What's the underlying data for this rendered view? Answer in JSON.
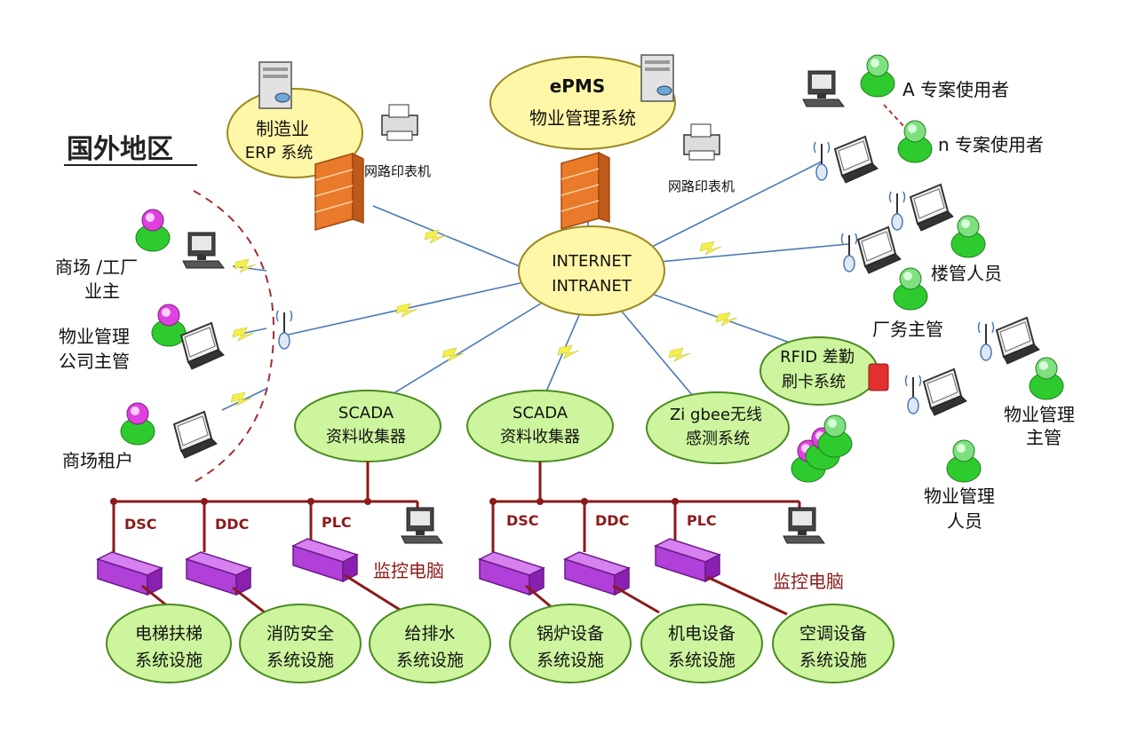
{
  "region_title": "国外地区",
  "internet": {
    "line1": "INTERNET",
    "line2": "INTRANET"
  },
  "epms": {
    "line1": "ePMS",
    "line2": "物业管理系统"
  },
  "erp": {
    "line1": "制造业",
    "line2": "ERP 系统"
  },
  "printer_label": "网路印表机",
  "left_users": [
    {
      "line1": "商场 /工厂",
      "line2": "业主"
    },
    {
      "line1": "物业管理",
      "line2": "公司主管"
    },
    {
      "line1": "商场租户",
      "line2": ""
    }
  ],
  "right_users": {
    "a_user": "A 专案使用者",
    "n_user": "n 专案使用者",
    "building_staff": "楼管人员",
    "factory_manager": "厂务主管",
    "pm_manager": {
      "line1": "物业管理",
      "line2": "主管"
    },
    "pm_staff": {
      "line1": "物业管理",
      "line2": "人员"
    }
  },
  "rfid": {
    "line1": "RFID 差勤",
    "line2": "刷卡系统"
  },
  "scada": {
    "line1": "SCADA",
    "line2": "资料收集器"
  },
  "zigbee": {
    "line1": "Zi gbee无线",
    "line2": "感测系统"
  },
  "controllers": [
    "DSC",
    "DDC",
    "PLC"
  ],
  "monitor_pc": "监控电脑",
  "facilities": [
    {
      "line1": "电梯扶梯",
      "line2": "系统设施"
    },
    {
      "line1": "消防安全",
      "line2": "系统设施"
    },
    {
      "line1": "给排水",
      "line2": "系统设施"
    },
    {
      "line1": "锅炉设备",
      "line2": "系统设施"
    },
    {
      "line1": "机电设备",
      "line2": "系统设施"
    },
    {
      "line1": "空调设备",
      "line2": "系统设施"
    }
  ],
  "colors": {
    "cloud_fill": "#fff7a8",
    "node_fill": "#ccf59e",
    "bus_line": "#8b1a1a",
    "label_red": "#8b1a1a",
    "link_line": "#4a78b5",
    "bolt": "#f4f04a",
    "firewall": "#e87a2a",
    "user_green": "#2ecb2e",
    "user_magenta": "#e040e0",
    "device_purple": "#b040d8"
  }
}
